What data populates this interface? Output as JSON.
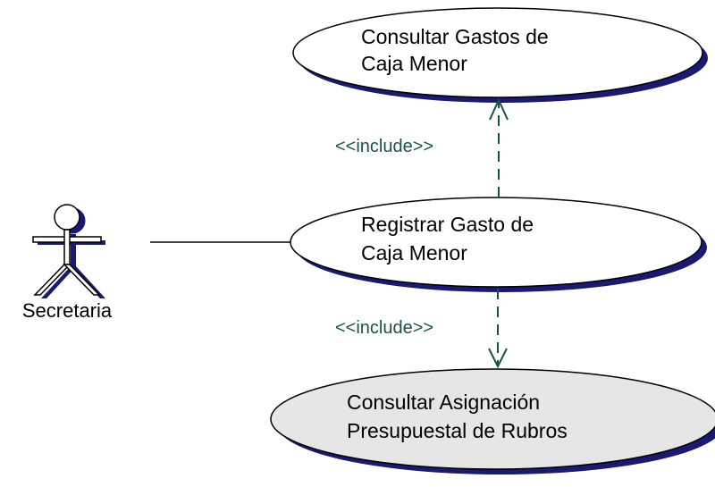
{
  "diagram": {
    "type": "uml-use-case",
    "actor": {
      "name": "Secretaria"
    },
    "use_cases": {
      "consultar_gastos": {
        "line1": "Consultar Gastos de",
        "line2": "Caja Menor"
      },
      "registrar_gasto": {
        "line1": "Registrar Gasto de",
        "line2": "Caja Menor"
      },
      "consultar_asignacion": {
        "line1": "Consultar Asignación",
        "line2": "Presupuestal de Rubros"
      }
    },
    "relationships": {
      "include_upper": "<<include>>",
      "include_lower": "<<include>>"
    }
  },
  "colors": {
    "shadow": "#1a1a6e",
    "ellipse_fill": "#ffffff",
    "highlight_fill": "#e6e6e6",
    "relation_text": "#1f4f4a",
    "line": "#000000"
  }
}
